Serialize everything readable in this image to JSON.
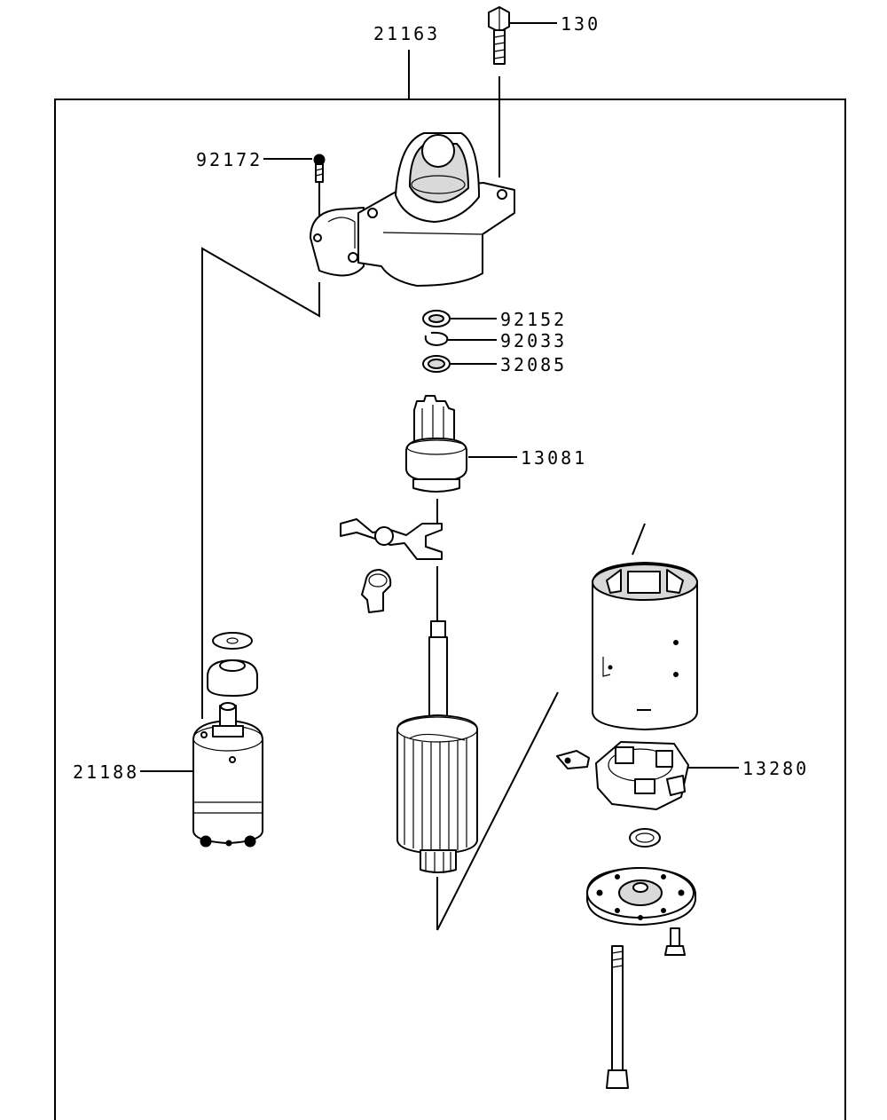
{
  "diagram": {
    "callouts": [
      {
        "id": "assembly",
        "label": "21163"
      },
      {
        "id": "bolt-top",
        "label": "130"
      },
      {
        "id": "screw",
        "label": "92172"
      },
      {
        "id": "washer",
        "label": "92152"
      },
      {
        "id": "snap-ring",
        "label": "92033"
      },
      {
        "id": "stop-collar",
        "label": "32085"
      },
      {
        "id": "pinion-clutch",
        "label": "13081"
      },
      {
        "id": "solenoid",
        "label": "21188"
      },
      {
        "id": "brush-holder",
        "label": "13280"
      }
    ]
  }
}
